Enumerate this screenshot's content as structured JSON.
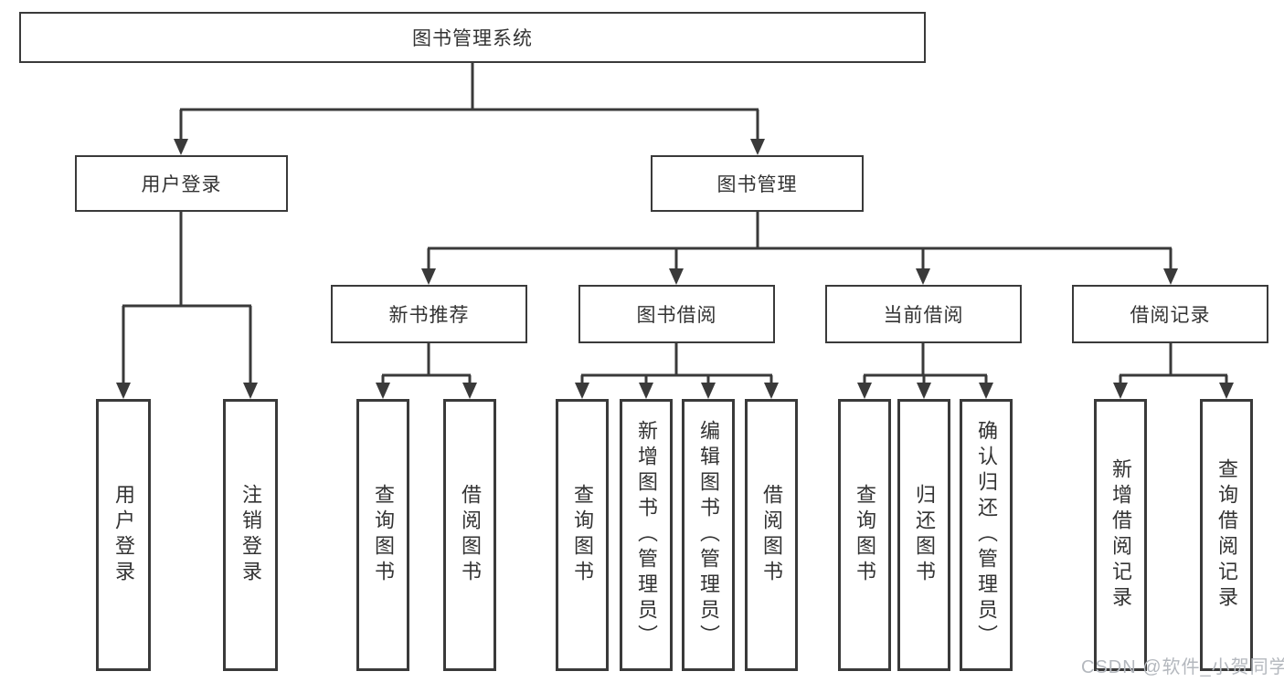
{
  "diagram": {
    "root": {
      "label": "图书管理系统"
    },
    "branches": [
      {
        "label": "用户登录",
        "children": [
          {
            "label": "用户登录"
          },
          {
            "label": "注销登录"
          }
        ]
      },
      {
        "label": "图书管理",
        "children": [
          {
            "label": "新书推荐",
            "children": [
              {
                "label": "查询图书"
              },
              {
                "label": "借阅图书"
              }
            ]
          },
          {
            "label": "图书借阅",
            "children": [
              {
                "label": "查询图书"
              },
              {
                "label": "新增图书（管理员）"
              },
              {
                "label": "编辑图书（管理员）"
              },
              {
                "label": "借阅图书"
              }
            ]
          },
          {
            "label": "当前借阅",
            "children": [
              {
                "label": "查询图书"
              },
              {
                "label": "归还图书"
              },
              {
                "label": "确认归还（管理员）"
              }
            ]
          },
          {
            "label": "借阅记录",
            "children": [
              {
                "label": "新增借阅记录"
              },
              {
                "label": "查询借阅记录"
              }
            ]
          }
        ]
      }
    ],
    "watermark": "CSDN @软件_小贺同学",
    "colors": {
      "line": "#3a3a3a",
      "box_border": "#3a3a3a",
      "box_background": "#ffffff",
      "text": "#333333",
      "watermark": "#b4b8be"
    }
  }
}
